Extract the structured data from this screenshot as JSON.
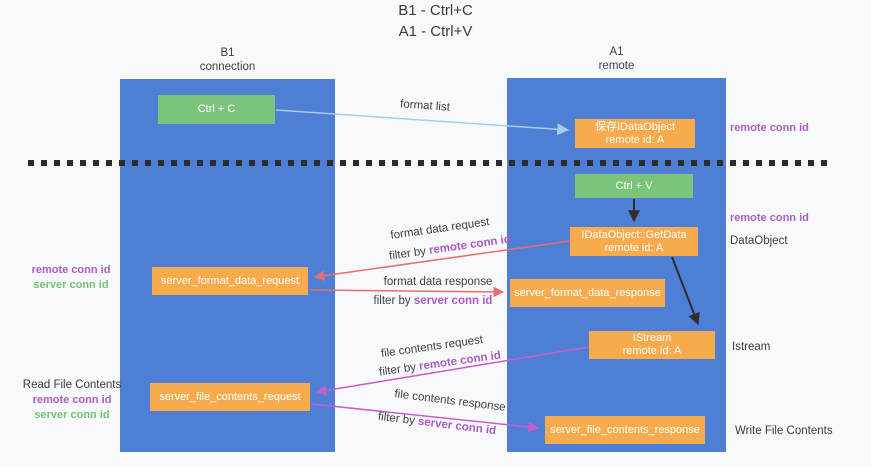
{
  "title": {
    "line1": "B1 - Ctrl+C",
    "line2": "A1 - Ctrl+V"
  },
  "lifelines": {
    "b1": {
      "name": "B1",
      "role": "connection"
    },
    "a1": {
      "name": "A1",
      "role": "remote"
    }
  },
  "nodes": {
    "ctrl_c": {
      "label": "Ctrl + C"
    },
    "saved_idataobject": {
      "line1": "保存IDataObject",
      "line2": "remote id: A"
    },
    "ctrl_v": {
      "label": "Ctrl + V"
    },
    "idataobject_getdata": {
      "line1": "IDataObject::GetData",
      "line2": "remote id: A"
    },
    "server_format_data_request": {
      "label": "server_format_data_request"
    },
    "server_format_data_response": {
      "label": "server_format_data_response"
    },
    "istream": {
      "line1": "IStream",
      "line2": "remote id: A"
    },
    "server_file_contents_request": {
      "label": "server_file_contents_request"
    },
    "server_file_contents_response": {
      "label": "server_file_contents_response"
    }
  },
  "edge_labels": {
    "format_list": "format list",
    "format_data_request": "format data request",
    "format_data_request_filter": {
      "prefix": "filter by ",
      "value": "remote conn id"
    },
    "format_data_response": "format data response",
    "format_data_response_filter": {
      "prefix": "filter by ",
      "value": "server conn id"
    },
    "file_contents_request": "file contents request",
    "file_contents_request_filter": {
      "prefix": "filter by ",
      "value": "remote conn id"
    },
    "file_contents_response": "file contents response",
    "file_contents_response_filter": {
      "prefix": "filter by ",
      "value": "server conn id"
    }
  },
  "side_labels": {
    "right_remote_conn_id_1": "remote conn id",
    "right_remote_conn_id_2": "remote conn id",
    "dataobject": "DataObject",
    "istream": "Istream",
    "write_file_contents": "Write File Contents",
    "left_remote_conn_id_1": "remote conn id",
    "left_server_conn_id_1": "server conn id",
    "read_file_contents": "Read File Contents",
    "left_remote_conn_id_2": "remote conn id",
    "left_server_conn_id_2": "server conn id"
  },
  "colors": {
    "column_blue": "#4e7fd4",
    "box_green": "#7cc47c",
    "box_orange": "#f8ab4c",
    "arrow_blue": "#a6cdf0",
    "arrow_red": "#e86d6d",
    "arrow_magenta": "#c95ccc",
    "arrow_black": "#2e2e2e",
    "text_purple": "#ab5bc6",
    "text_green": "#72c472"
  }
}
